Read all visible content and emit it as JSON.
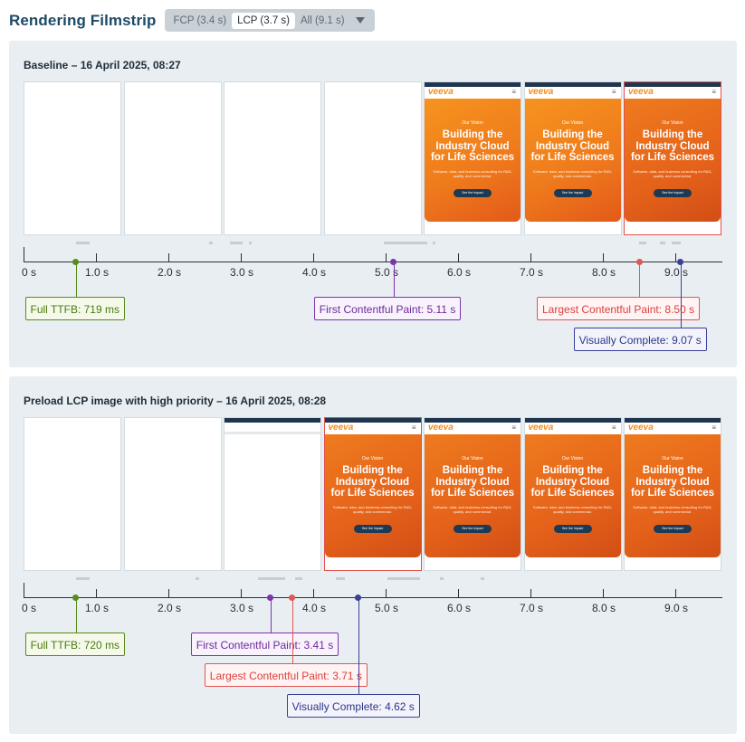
{
  "header": {
    "title": "Rendering Filmstrip",
    "modes": [
      {
        "label": "FCP (3.4 s)",
        "active": false
      },
      {
        "label": "LCP (3.7 s)",
        "active": true
      },
      {
        "label": "All (9.1 s)",
        "active": false
      }
    ]
  },
  "tick_labels": [
    "0 s",
    "1.0 s",
    "2.0 s",
    "3.0 s",
    "4.0 s",
    "5.0 s",
    "6.0 s",
    "7.0 s",
    "8.0 s",
    "9.0 s"
  ],
  "screenshot": {
    "logo": "veeva",
    "menu_icon": "hamburger-icon",
    "kicker": "Our Vision",
    "title_lines": [
      "Building the",
      "Industry Cloud",
      "for Life Sciences"
    ],
    "subtitle": "Software, data, and business consulting for R&D, quality, and commercial.",
    "button": "See the Impact"
  },
  "runs": [
    {
      "title": "Baseline – 16 April 2025, 08:27",
      "frames": [
        "blank",
        "blank",
        "blank",
        "blank",
        "loaded",
        "loaded",
        "loaded-lcp"
      ],
      "markers": [
        {
          "label": "Full TTFB: 719 ms",
          "kind": "ttfb",
          "time_s": 0.719
        },
        {
          "label": "First Contentful Paint: 5.11 s",
          "kind": "fcp",
          "time_s": 5.11
        },
        {
          "label": "Largest Contentful Paint: 8.50 s",
          "kind": "lcp",
          "time_s": 8.5
        },
        {
          "label": "Visually Complete: 9.07 s",
          "kind": "vc",
          "time_s": 9.07
        }
      ]
    },
    {
      "title": "Preload LCP image with high priority – 16 April 2025, 08:28",
      "frames": [
        "blank",
        "blank",
        "partial",
        "loaded-lcp",
        "loaded",
        "loaded",
        "loaded"
      ],
      "markers": [
        {
          "label": "Full TTFB: 720 ms",
          "kind": "ttfb",
          "time_s": 0.72
        },
        {
          "label": "First Contentful Paint: 3.41 s",
          "kind": "fcp",
          "time_s": 3.41
        },
        {
          "label": "Largest Contentful Paint: 3.71 s",
          "kind": "lcp",
          "time_s": 3.71
        },
        {
          "label": "Visually Complete: 4.62 s",
          "kind": "vc",
          "time_s": 4.62
        }
      ]
    }
  ],
  "colors": {
    "ttfb": "#5a8a1c",
    "fcp": "#7d35ab",
    "lcp": "#e35652",
    "vc": "#3a3f98",
    "hero": "#f28c1a"
  }
}
